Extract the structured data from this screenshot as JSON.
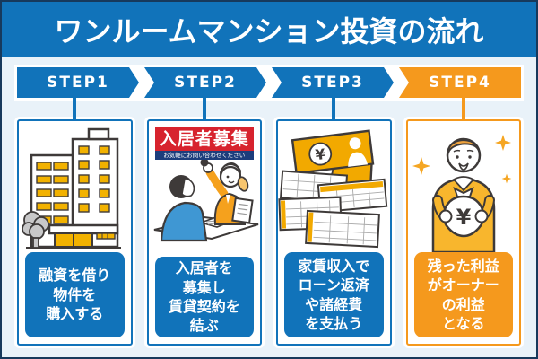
{
  "title": "ワンルームマンション投資の流れ",
  "steps": [
    {
      "label": "STEP1"
    },
    {
      "label": "STEP2"
    },
    {
      "label": "STEP3"
    },
    {
      "label": "STEP4"
    }
  ],
  "cards": [
    {
      "illustration": "apartment building with yellow windows and tree",
      "caption_lines": [
        "融資を借り",
        "物件を",
        "購入する"
      ]
    },
    {
      "sign": {
        "title": "入居者募集",
        "subtitle": "お気軽にお問い合わせください"
      },
      "illustration": "agent showing rental contract to tenant",
      "caption_lines": [
        "入居者を",
        "募集し",
        "賃貸契約を",
        "結ぶ"
      ]
    },
    {
      "illustration": "yen banknotes and expense ledgers",
      "yen_symbol": "¥",
      "caption_lines": [
        "家賃収入で",
        "ローン返済",
        "や諸経費",
        "を支払う"
      ]
    },
    {
      "illustration": "owner holding money bag with sparkles",
      "yen_symbol": "¥",
      "caption_lines": [
        "残った利益",
        "がオーナー",
        "の利益",
        "となる"
      ]
    }
  ],
  "colors": {
    "accent_blue": "#1173ba",
    "accent_orange": "#f5991d",
    "background_light_blue": "#e9f2f9",
    "sign_red": "#d7232e",
    "sign_navy": "#1c3d7c",
    "illustration_yellow": "#f2b200",
    "outline": "#3e3a39"
  }
}
